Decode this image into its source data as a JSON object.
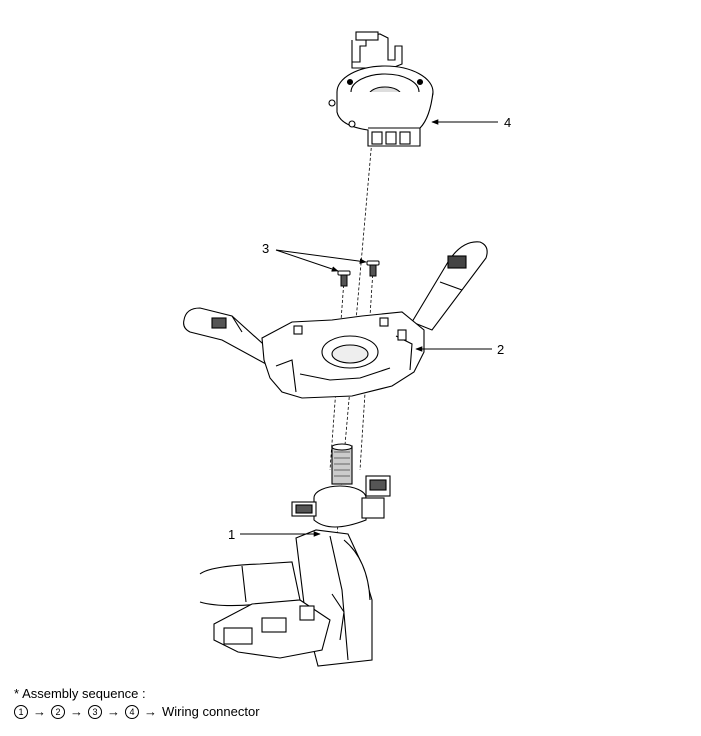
{
  "callouts": {
    "part_1": "1",
    "part_2": "2",
    "part_3": "3",
    "part_4": "4"
  },
  "note": {
    "marker": "*",
    "title": "Assembly sequence :",
    "sequence": [
      "1",
      "2",
      "3",
      "4"
    ],
    "arrow": "→",
    "final_step": "Wiring connector"
  }
}
